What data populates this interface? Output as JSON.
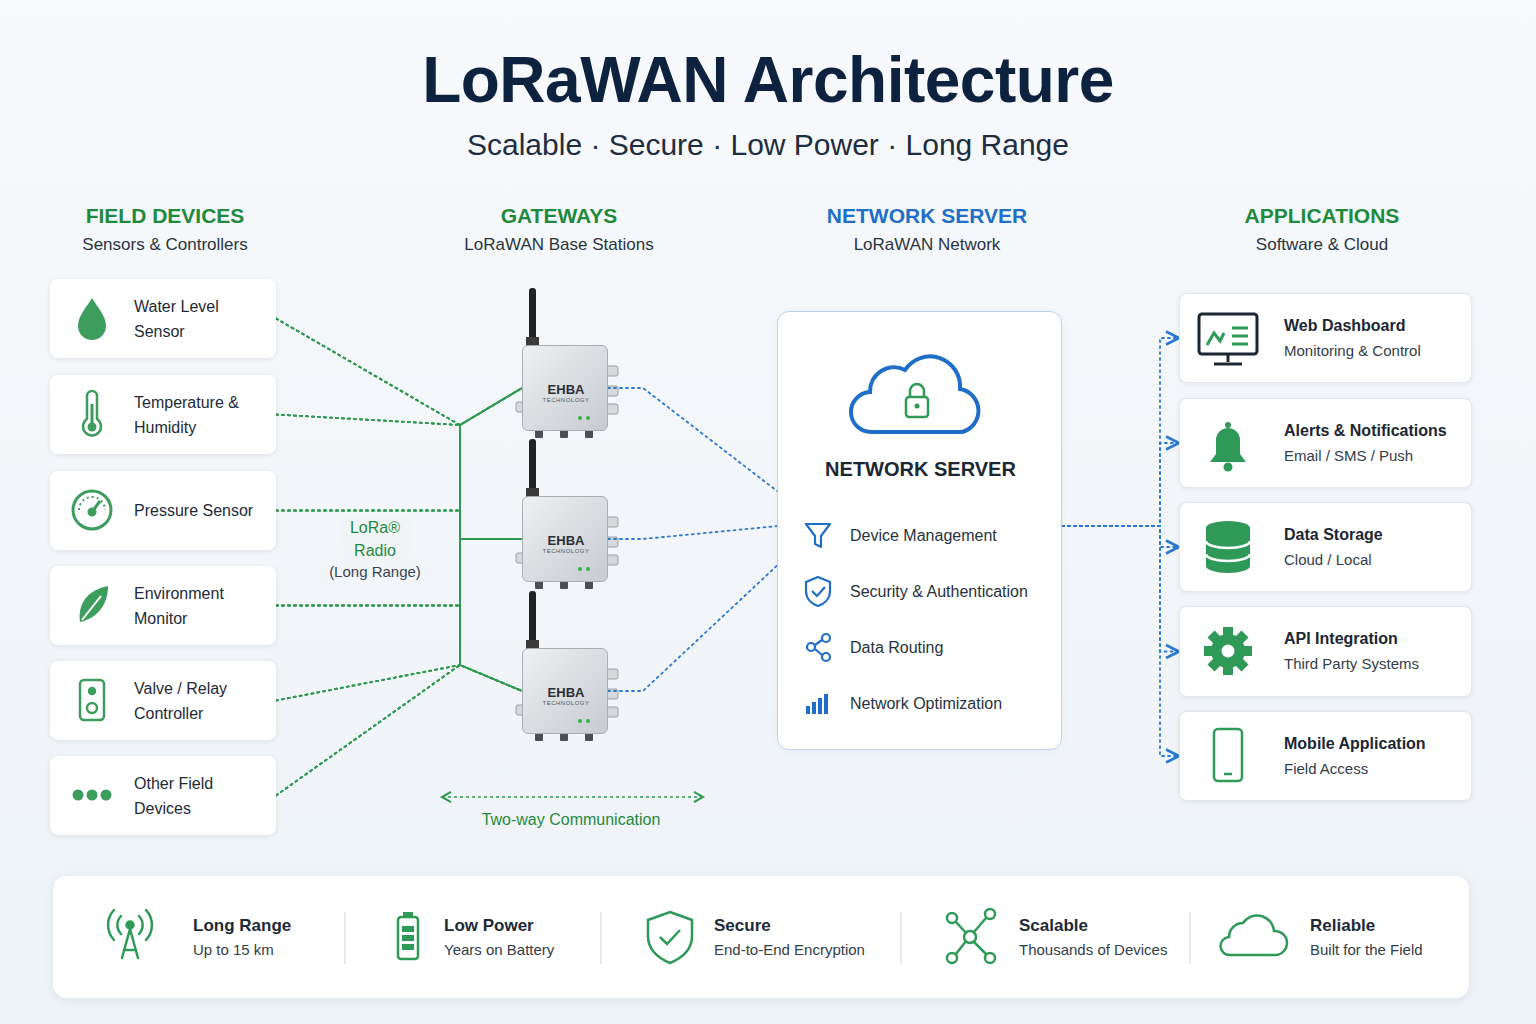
{
  "diagram": {
    "title": "LoRaWAN Architecture",
    "nodes": [
      {
        "text": [
          "Water Level Sensor"
        ]
      },
      {
        "text": [
          "Temperature & Humidity"
        ]
      },
      {
        "text": [
          "Pressure Sensor"
        ]
      },
      {
        "text": [
          "Environment Monitor"
        ]
      },
      {
        "text": [
          "Valve / Relay Controller"
        ]
      },
      {
        "text": [
          "Other Field Devices"
        ]
      },
      {
        "text": [
          "EHBA",
          "TECHNOLOGY"
        ]
      },
      {
        "text": [
          "EHBA",
          "TECHNOLOGY"
        ]
      },
      {
        "text": [
          "EHBA",
          "TECHNOLOGY"
        ]
      },
      {
        "text": [
          "NETWORK SERVER",
          "Device Management",
          "Security & Authentication",
          "Data Routing",
          "Network Optimization"
        ]
      },
      {
        "text": [
          "Web Dashboard",
          "Monitoring & Control"
        ]
      },
      {
        "text": [
          "Alerts & Notifications",
          "Email / SMS / Push"
        ]
      },
      {
        "text": [
          "Data Storage",
          "Cloud / Local"
        ]
      },
      {
        "text": [
          "API Integration",
          "Third Party Systems"
        ]
      },
      {
        "text": [
          "Mobile Application",
          "Field Access"
        ]
      }
    ],
    "edges": [
      {
        "from": 0,
        "to": 6,
        "arrow": "none"
      },
      {
        "from": 0,
        "to": 7,
        "arrow": "none"
      },
      {
        "from": 0,
        "to": 8,
        "arrow": "none"
      },
      {
        "from": 1,
        "to": 6,
        "arrow": "none"
      },
      {
        "from": 1,
        "to": 7,
        "arrow": "none"
      },
      {
        "from": 1,
        "to": 8,
        "arrow": "none"
      },
      {
        "from": 2,
        "to": 6,
        "arrow": "none"
      },
      {
        "from": 2,
        "to": 7,
        "arrow": "none"
      },
      {
        "from": 2,
        "to": 8,
        "arrow": "none"
      },
      {
        "from": 3,
        "to": 6,
        "arrow": "none"
      },
      {
        "from": 3,
        "to": 7,
        "arrow": "none"
      },
      {
        "from": 3,
        "to": 8,
        "arrow": "none"
      },
      {
        "from": 4,
        "to": 6,
        "arrow": "none"
      },
      {
        "from": 4,
        "to": 7,
        "arrow": "none"
      },
      {
        "from": 4,
        "to": 8,
        "arrow": "none"
      },
      {
        "from": 5,
        "to": 6,
        "arrow": "none"
      },
      {
        "from": 5,
        "to": 7,
        "arrow": "none"
      },
      {
        "from": 5,
        "to": 8,
        "arrow": "none"
      },
      {
        "from": 6,
        "to": 9,
        "arrow": "none"
      },
      {
        "from": 7,
        "to": 9,
        "arrow": "none"
      },
      {
        "from": 8,
        "to": 9,
        "arrow": "none"
      },
      {
        "from": 9,
        "to": 10,
        "arrow": "to"
      },
      {
        "from": 9,
        "to": 11,
        "arrow": "to"
      },
      {
        "from": 9,
        "to": 12,
        "arrow": "to"
      },
      {
        "from": 9,
        "to": 13,
        "arrow": "to"
      },
      {
        "from": 9,
        "to": 14,
        "arrow": "to"
      }
    ],
    "labels": [
      "Scalable · Secure · Low Power · Long Range",
      "FIELD DEVICES",
      "Sensors & Controllers",
      "GATEWAYS",
      "LoRaWAN Base Stations",
      "NETWORK SERVER",
      "LoRaWAN Network",
      "APPLICATIONS",
      "Software & Cloud",
      "LoRa® Radio",
      "(Long Range)",
      "Two-way Communication",
      "Long Range",
      "Up to 15 km",
      "Low Power",
      "Years on Battery",
      "Secure",
      "End-to-End Encryption",
      "Scalable",
      "Thousands of Devices",
      "Reliable",
      "Built for the Field"
    ]
  }
}
